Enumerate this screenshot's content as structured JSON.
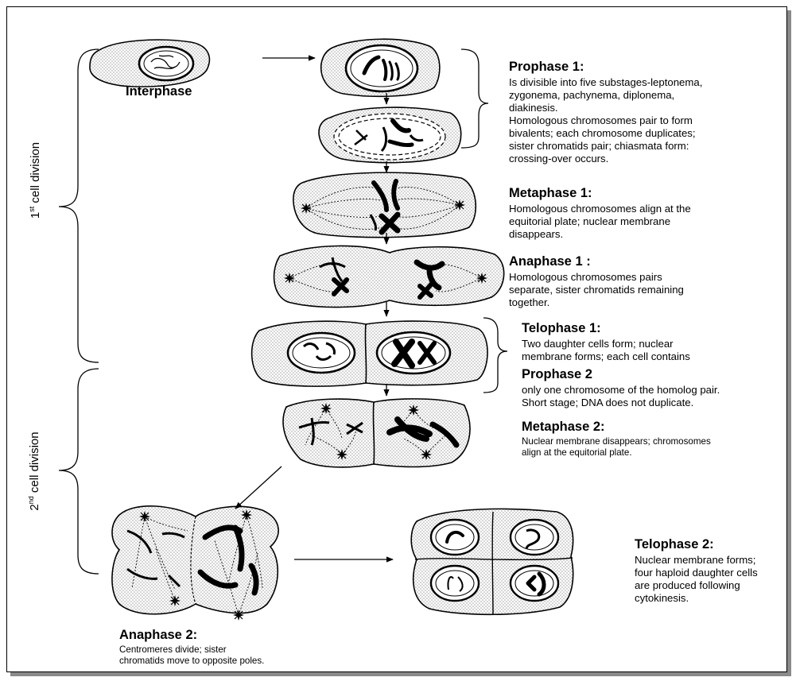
{
  "labels": {
    "interphase": "Interphase",
    "first_div": {
      "ordinal": "1",
      "sup": "st",
      "rest": " cell division"
    },
    "second_div": {
      "ordinal": "2",
      "sup": "nd",
      "rest": " cell division"
    }
  },
  "stages": {
    "prophase1": {
      "title": "Prophase 1:",
      "lines": [
        "Is divisible into five substages-leptonema,",
        "zygonema, pachynema, diplonema,",
        "diakinesis.",
        "Homologous chromosomes pair to form",
        "bivalents; each chromosome duplicates;",
        "sister chromatids pair; chiasmata form:",
        "crossing-over occurs."
      ]
    },
    "metaphase1": {
      "title": "Metaphase 1:",
      "lines": [
        "Homologous chromosomes align at the",
        "equitorial plate; nuclear membrane",
        "disappears."
      ]
    },
    "anaphase1": {
      "title": "Anaphase 1 :",
      "lines": [
        "Homologous chromosomes pairs",
        "separate, sister chromatids remaining",
        "together."
      ]
    },
    "telophase1": {
      "title": "Telophase 1:",
      "lines": [
        "Two daughter cells form; nuclear",
        "membrane forms; each cell contains"
      ]
    },
    "prophase2": {
      "title": "Prophase 2",
      "lines": [
        "only one chromosome of the homolog pair.",
        "Short stage; DNA does not  duplicate."
      ]
    },
    "metaphase2": {
      "title": "Metaphase 2:",
      "lines": [
        "Nuclear membrane disappears; chromosomes",
        "align at the equitorial plate."
      ]
    },
    "anaphase2": {
      "title": "Anaphase 2:",
      "lines": [
        "Centromeres divide; sister",
        "chromatids move to opposite poles."
      ]
    },
    "telophase2": {
      "title": "Telophase 2:",
      "lines": [
        "Nuclear membrane forms;",
        "four haploid daughter cells",
        "are produced following",
        "cytokinesis."
      ]
    }
  }
}
